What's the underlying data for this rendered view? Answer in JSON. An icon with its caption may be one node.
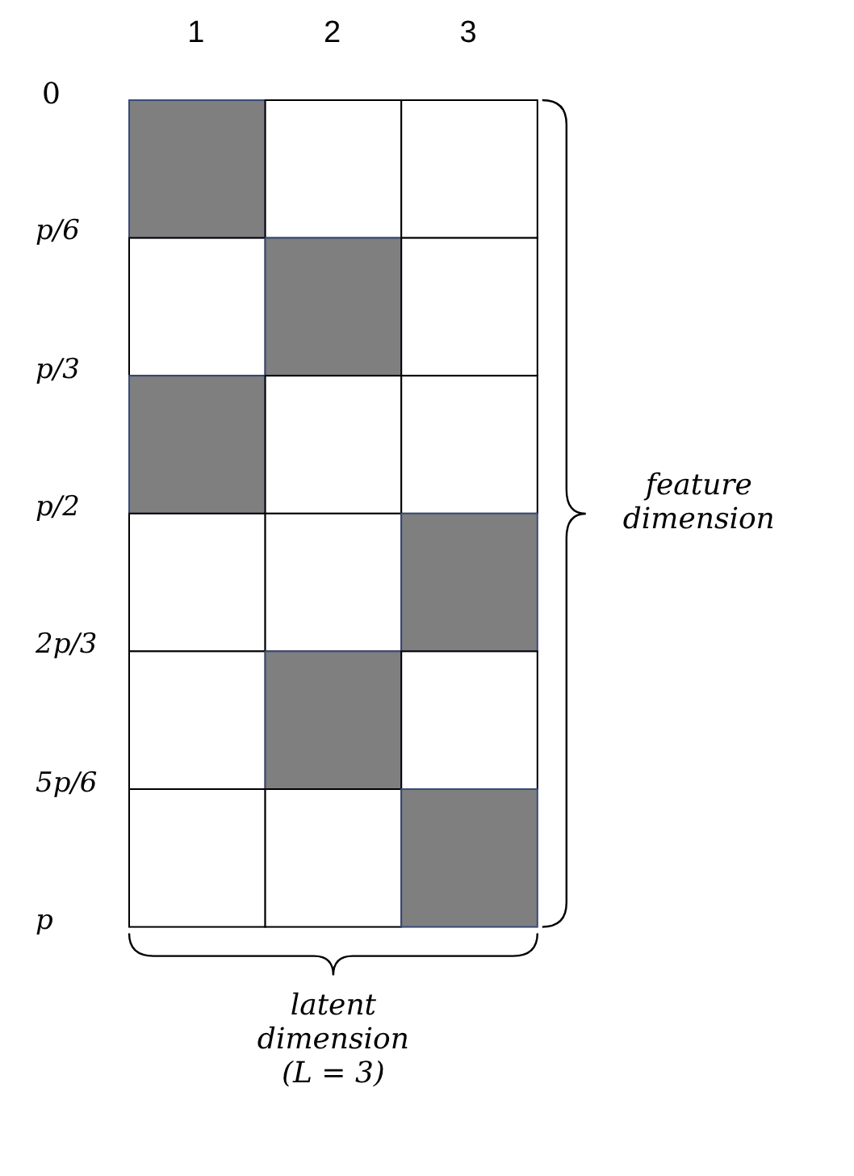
{
  "diagram": {
    "labels": [
      "1",
      "2",
      "3",
      "0",
      "p/6",
      "p/3",
      "p/2",
      "2p/3",
      "5p/6",
      "p",
      "feature dimension",
      "latent dimension (L = 3)"
    ]
  }
}
